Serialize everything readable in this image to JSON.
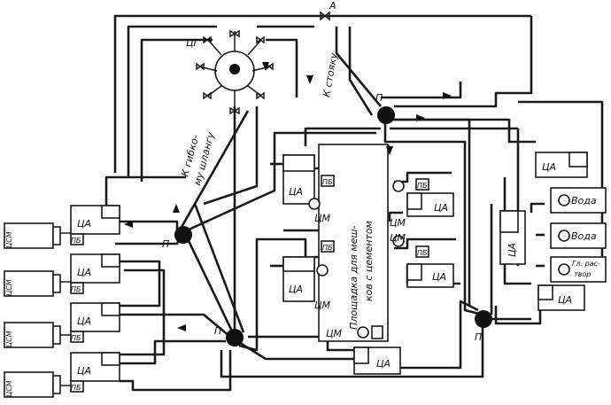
{
  "labels": {
    "tsa": "ЦА",
    "tsm": "ЦМ",
    "tssm": "ЦСМ",
    "pb": "ПБ",
    "node": "П",
    "tsg": "ЦГ",
    "valve_a": "А",
    "to_hose_line1": "К гибко-",
    "to_hose_line2": "му шлангу",
    "to_standpipe": "К стояку",
    "platform_line1": "Площадка для меш-",
    "platform_line2": "ков с цементом",
    "water": "Вода",
    "clay_line1": "Гл. рас-",
    "clay_line2": "твор"
  }
}
